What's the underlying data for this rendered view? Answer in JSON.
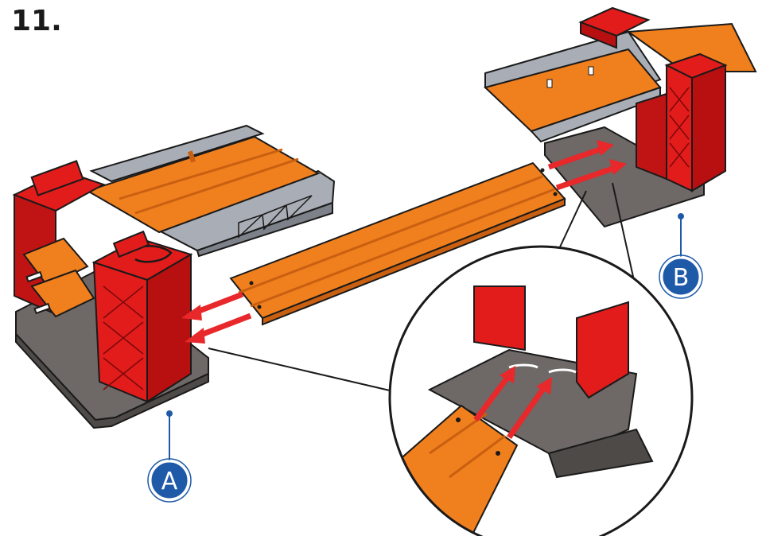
{
  "step": {
    "number": "11."
  },
  "callouts": [
    {
      "label": "A"
    },
    {
      "label": "B"
    }
  ],
  "colors": {
    "track_orange": "#f07f1e",
    "track_orange_dark": "#c95f10",
    "tower_red": "#e21b1b",
    "tower_red_dark": "#a80f0f",
    "base_gray": "#6e6866",
    "rail_gray": "#a9adb5",
    "arrow_red": "#e8282a",
    "callout_blue": "#1f5aa8"
  }
}
